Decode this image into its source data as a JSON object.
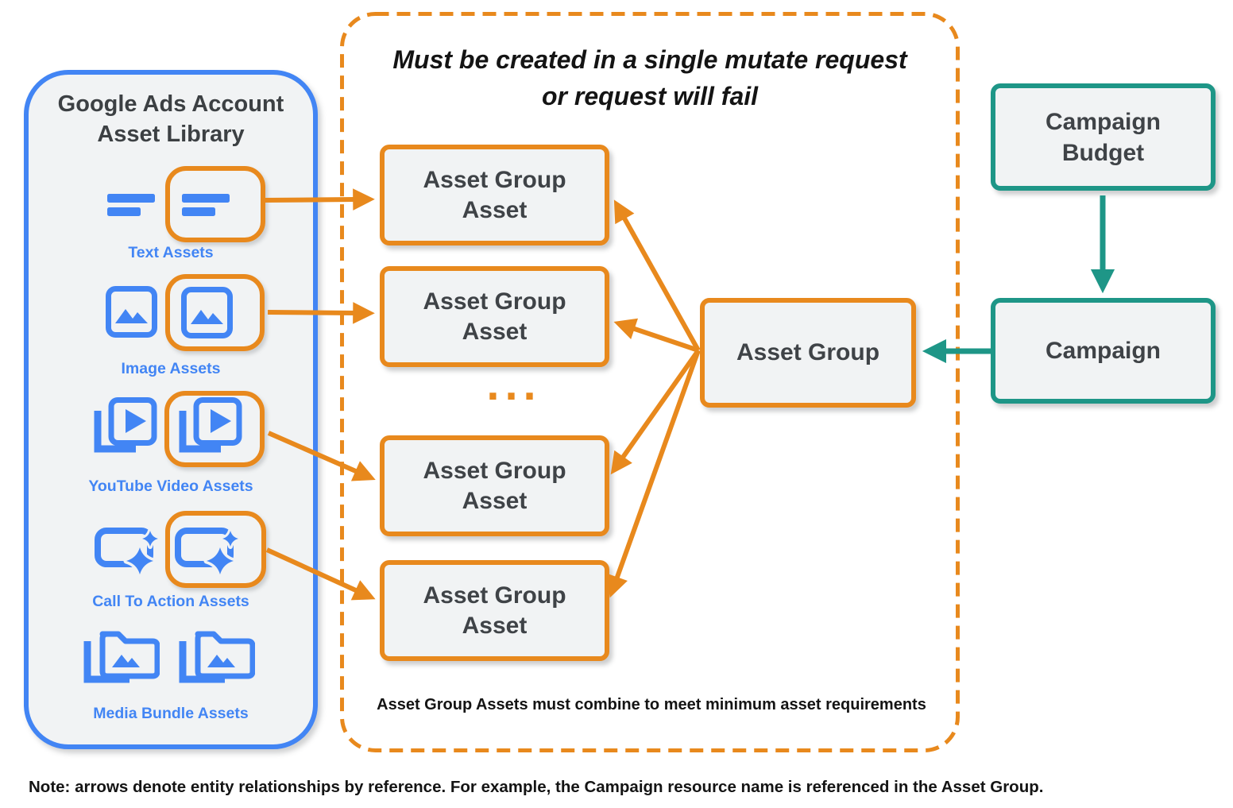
{
  "colors": {
    "blue": "#4285F4",
    "orange": "#E8891D",
    "teal": "#1E9687",
    "box_fill": "#F1F3F4",
    "dark_text": "#3C4043",
    "black_text": "#141414"
  },
  "library": {
    "title_line1": "Google Ads Account",
    "title_line2": "Asset Library",
    "items": [
      {
        "id": "text-assets",
        "label": "Text Assets"
      },
      {
        "id": "image-assets",
        "label": "Image Assets"
      },
      {
        "id": "youtube-video-assets",
        "label": "YouTube Video  Assets"
      },
      {
        "id": "call-to-action-assets",
        "label": "Call To Action Assets"
      },
      {
        "id": "media-bundle-assets",
        "label": "Media Bundle  Assets"
      }
    ]
  },
  "mutate_group": {
    "title_line1": "Must be created in a single mutate request",
    "title_line2": "or request will fail",
    "asset_box_line1": "Asset Group",
    "asset_box_line2": "Asset",
    "ellipsis": "...",
    "footnote": "Asset Group Assets must combine to meet minimum asset requirements"
  },
  "asset_group": {
    "label": "Asset Group"
  },
  "campaign_budget": {
    "label_line1": "Campaign",
    "label_line2": "Budget"
  },
  "campaign": {
    "label": "Campaign"
  },
  "note": "Note: arrows denote entity relationships by reference. For example, the Campaign resource name is referenced in the Asset Group."
}
